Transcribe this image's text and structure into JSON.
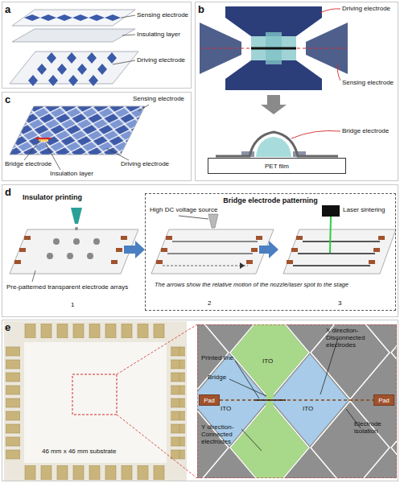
{
  "diagram": {
    "nodes": [
      {
        "text": [
          "a"
        ]
      },
      {
        "text": [
          "b"
        ]
      },
      {
        "text": [
          "PET film"
        ],
        "in": 1
      },
      {
        "text": [
          "c"
        ]
      },
      {
        "text": [
          "d"
        ]
      },
      {
        "text": [
          "Bridge electrode patterning"
        ],
        "in": 4
      },
      {
        "text": [
          "e"
        ]
      },
      {
        "text": [
          "Pad"
        ],
        "in": 6
      },
      {
        "text": [
          "Pad"
        ],
        "in": 6
      }
    ],
    "edges": [
      {
        "from": 7,
        "to": 8,
        "arrow": "none"
      }
    ],
    "labels": [
      "Sensing electrode",
      "Insulating layer",
      "Driving electrode",
      "Driving electrode",
      "Sensing electrode",
      "Bridge electrode",
      "Sensing electrode",
      "Bridge electrode",
      "Insulation layer",
      "Driving electrode",
      "Insulator printing",
      "High DC voltage source",
      "Laser sintering",
      "Pre-patterned transparent electrode arrays",
      "1",
      "2",
      "3",
      "The arrows show the relative motion of the nozzle/laser spot to the stage",
      "46 mm x 46 mm substrate",
      "Printed line",
      "X direction-Disconnected electrodes",
      "Bridge",
      "ITO",
      "ITO",
      "ITO",
      "Y direction-Connected electrodes",
      "Electrode isolation"
    ]
  }
}
